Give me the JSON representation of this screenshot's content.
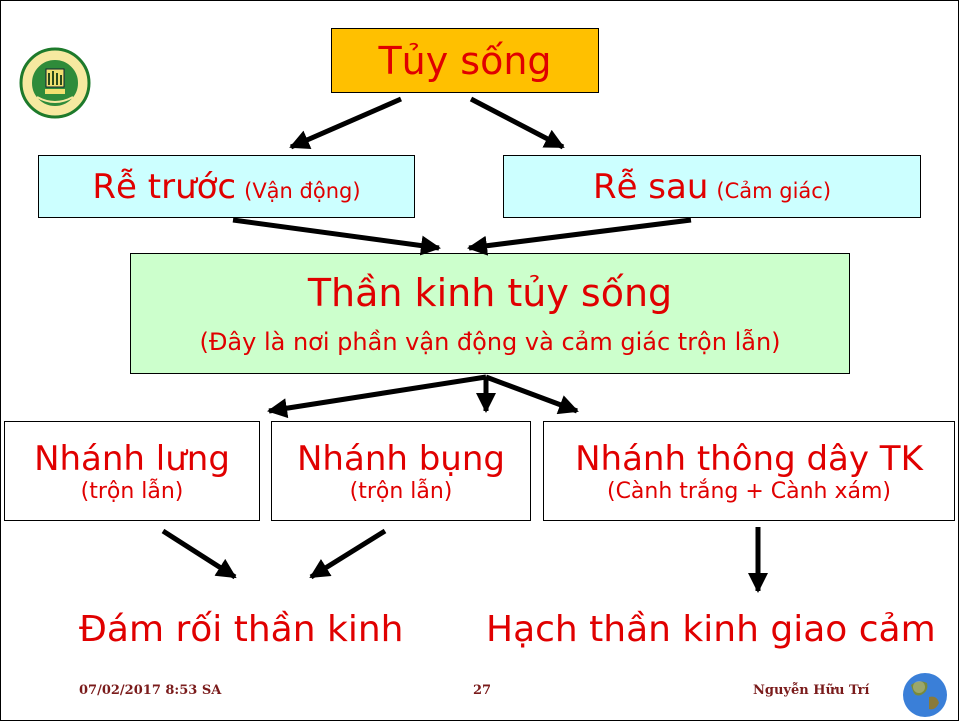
{
  "slide": {
    "top_box": {
      "label": "Tủy sống",
      "bg": "#ffc000"
    },
    "roots": [
      {
        "main": "Rễ trước",
        "sub": "(Vận động)"
      },
      {
        "main": "Rễ sau",
        "sub": "(Cảm giác)"
      }
    ],
    "root_bg": "#ccffff",
    "nerve": {
      "title": "Thần kinh tủy sống",
      "note": "(Đây là nơi phần vận động và cảm giác trộn lẫn)",
      "bg": "#ccffcc"
    },
    "branches": [
      {
        "main": "Nhánh lưng",
        "sub": "(trộn lẫn)"
      },
      {
        "main": "Nhánh bụng",
        "sub": "(trộn lẫn)"
      },
      {
        "main": "Nhánh thông dây TK",
        "sub": "(Cành trắng + Cành xám)"
      }
    ],
    "results": {
      "left": "Đám rối thần kinh",
      "right": "Hạch thần kinh giao cảm"
    },
    "text_color": "#e00000",
    "footer": {
      "date": "07/02/2017 8:53 SA",
      "page": "27",
      "author": "Nguyễn Hữu Trí"
    }
  }
}
